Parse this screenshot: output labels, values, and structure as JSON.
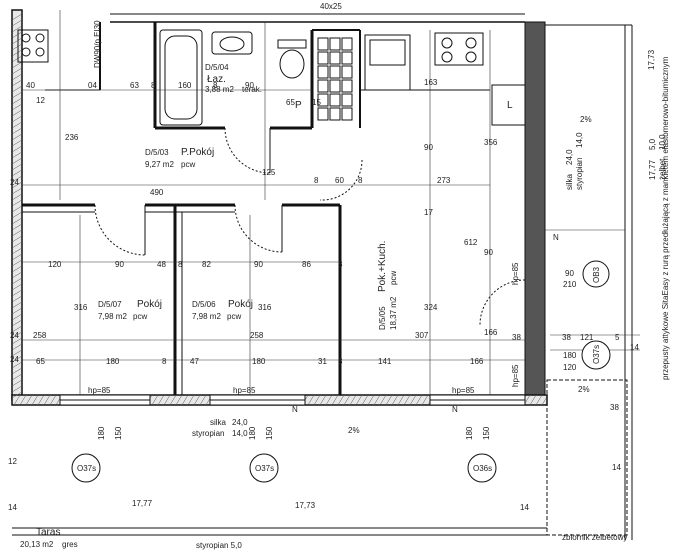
{
  "rooms": [
    {
      "id": "D/5/04",
      "name": "Łaz.",
      "area": "3,88 m2",
      "floor": "terak."
    },
    {
      "id": "D/5/03",
      "name": "P.Pokój",
      "area": "9,27 m2",
      "floor": "pcw"
    },
    {
      "id": "D/5/07",
      "name": "Pokój",
      "area": "7,98 m2",
      "floor": "pcw"
    },
    {
      "id": "D/5/06",
      "name": "Pokój",
      "area": "7,98 m2",
      "floor": "pcw"
    },
    {
      "id": "D/5/05",
      "name": "Pok.+Kuch.",
      "area": "18,37 m2",
      "floor": "pcw"
    }
  ],
  "terrace": {
    "name": "Taras",
    "area": "20,13 m2",
    "floor": "gres"
  },
  "window_tags": [
    "O37s",
    "O37s",
    "O36s",
    "O37s",
    "OB3"
  ],
  "ventilation": "hp=85",
  "layers_bottom": {
    "silka_label": "silka",
    "silka_value": "24,0",
    "styropian_label": "styropian",
    "styropian_value": "14,0"
  },
  "layers_right": {
    "silka_label": "silka",
    "silka_value": "24,0",
    "styropian_label": "styropian",
    "styropian_value": "14,0"
  },
  "layers_right2": {
    "value1": "17,77",
    "value2": "5,0",
    "zelbet_label": "żelbet",
    "zelbet_value": "10,0"
  },
  "slope": "2%",
  "note_attic": "przepusty attykowe SitaEasy z rurą przedłużającą z mankietem elastomerowo-bitumicznym",
  "note_tank": "zbiornik żelbetowy",
  "note_top": "40x25",
  "note_dw": "DW90/p EI30",
  "note_p": "P",
  "note_l": "L",
  "note_n": "N",
  "styropian_bottom": "styropian 5,0",
  "heights": [
    "17,73",
    "17,77",
    "17,73",
    "17,77"
  ],
  "dims": {
    "d40_tl": "40",
    "d12": "12",
    "d04": "04",
    "d63": "63",
    "d8a": "8",
    "d160": "160",
    "d8b": "8",
    "d90a": "90",
    "d65": "65",
    "d15": "15",
    "d236": "236",
    "d24a": "24",
    "d490": "490",
    "d8c": "8",
    "d60": "60",
    "d8d": "8",
    "d273": "273",
    "d125": "125",
    "d90b": "90",
    "d163": "163",
    "d356": "356",
    "d612": "612",
    "d17": "17",
    "d90c": "90",
    "d120": "120",
    "d90d": "90",
    "d48": "48",
    "d8e": "8",
    "d82": "82",
    "d90e": "90",
    "d86": "86",
    "d8f": "8",
    "d316a": "316",
    "d316b": "316",
    "d324": "324",
    "d258a": "258",
    "d258b": "258",
    "d307": "307",
    "d166": "166",
    "d24b": "24",
    "d24c": "24",
    "d65b": "65",
    "d180a": "180",
    "d8g": "8",
    "d47": "47",
    "d180b": "180",
    "d31": "31",
    "d8h": "8",
    "d141": "141",
    "d166b": "166",
    "d38a": "38",
    "d38b": "38",
    "d121": "121",
    "d5": "5",
    "d14": "14",
    "d180c": "180",
    "d120b": "120",
    "d90f": "90",
    "d210": "210",
    "d180d": "180",
    "d150a": "150",
    "d180e": "180",
    "d150b": "150",
    "d180f": "180",
    "d150c": "150",
    "d12b": "12",
    "d14b": "14",
    "d14c": "14",
    "d14d": "14",
    "d38c": "38"
  }
}
